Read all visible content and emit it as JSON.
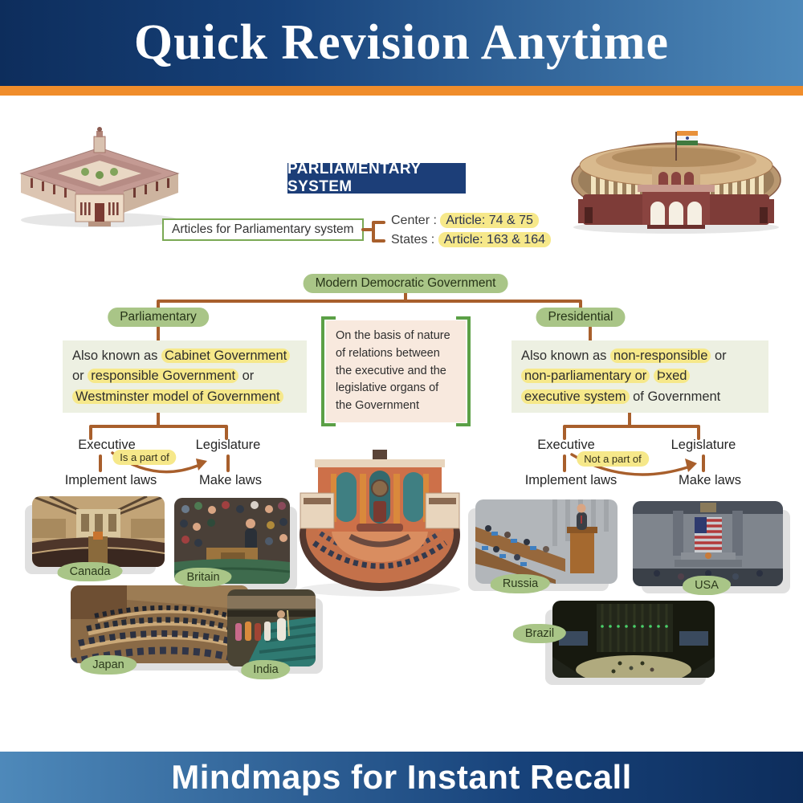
{
  "header": {
    "title": "Quick Revision Anytime"
  },
  "footer": {
    "title": "Mindmaps for Instant Recall"
  },
  "title_badge": "PARLIAMENTARY SYSTEM",
  "articles": {
    "box_label": "Articles for Parliamentary system",
    "rows": [
      {
        "label": "Center : ",
        "value": "Article: 74 & 75"
      },
      {
        "label": "States : ",
        "value": "Article: 163 & 164"
      }
    ]
  },
  "tree": {
    "root": "Modern Democratic Government",
    "basis_note": "On the basis of nature of relations between the executive and the legislative organs of the Government",
    "parliamentary": {
      "branch_label": "Parliamentary",
      "aka_parts": [
        {
          "text": "Also known as "
        },
        {
          "text": "Cabinet Government",
          "hl": true
        },
        {
          "br": true
        },
        {
          "text": "or "
        },
        {
          "text": "responsible Government",
          "hl": true
        },
        {
          "text": " or"
        },
        {
          "br": true
        },
        {
          "text": "Westminster model of Government",
          "hl": true
        }
      ],
      "executive": "Executive",
      "legislature": "Legislature",
      "executive_role": "Implement laws",
      "legislature_role": "Make laws",
      "relation": "Is a part of",
      "countries": [
        "Canada",
        "Britain",
        "Japan",
        "India"
      ]
    },
    "presidential": {
      "branch_label": "Presidential",
      "aka_parts": [
        {
          "text": "Also known as "
        },
        {
          "text": "non-responsible",
          "hl": true
        },
        {
          "text": " or"
        },
        {
          "br": true
        },
        {
          "text": "non-parliamentary or",
          "hl": true
        },
        {
          "text": " "
        },
        {
          "text": "Þxed",
          "hl": true
        },
        {
          "br": true
        },
        {
          "text": "executive system",
          "hl": true
        },
        {
          "text": " of Government"
        }
      ],
      "executive": "Executive",
      "legislature": "Legislature",
      "executive_role": "Implement laws",
      "legislature_role": "Make laws",
      "relation": "Not a part of",
      "countries": [
        "Russia",
        "USA",
        "Brazil"
      ]
    }
  },
  "colors": {
    "header_navy": "#0d2d5c",
    "header_blue": "#4e89ba",
    "accent_orange": "#f08d2b",
    "badge_navy": "#1c3e78",
    "node_green": "#a9c587",
    "connector_brown": "#a85f2c",
    "highlight_yellow": "#f6e88a",
    "box_green_bg": "#edf0e2",
    "basis_box_bg": "#f8e9de",
    "basis_bracket_green": "#5ba046",
    "articles_border_green": "#7aa954"
  }
}
